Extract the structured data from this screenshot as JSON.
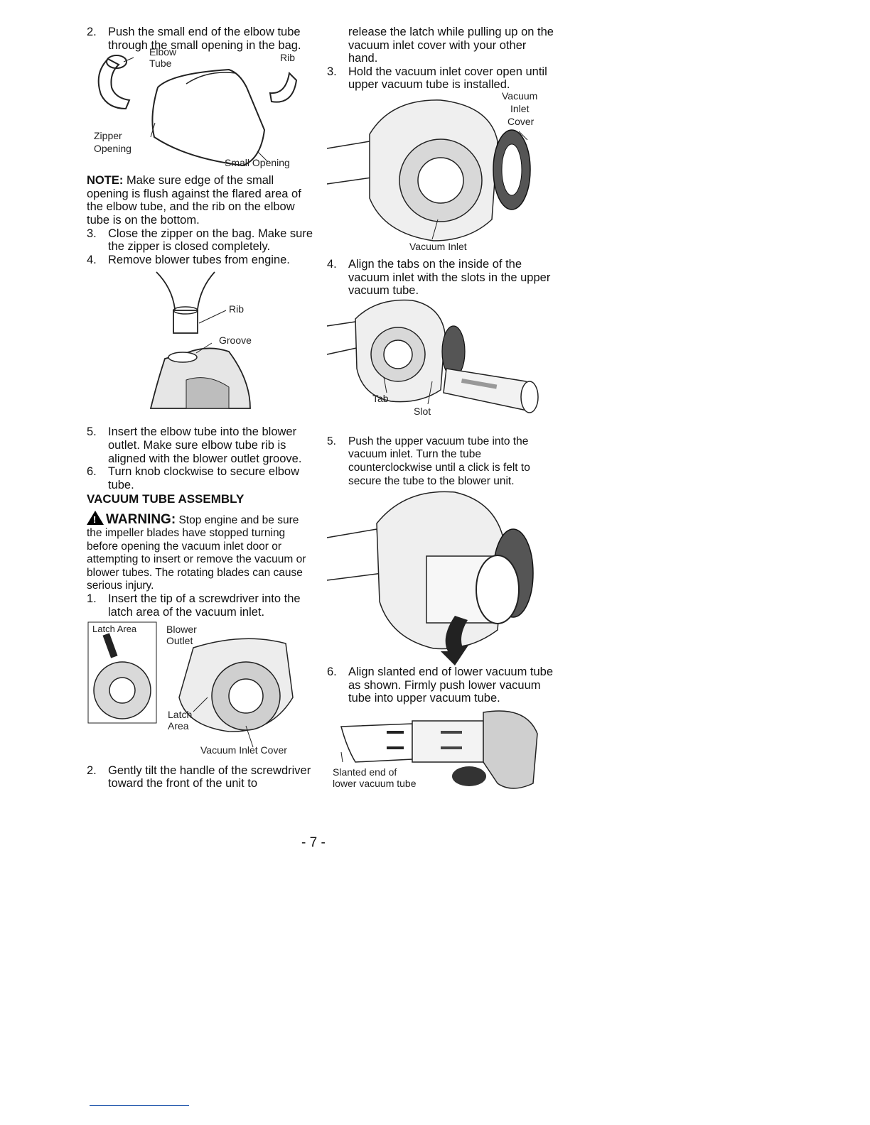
{
  "left": {
    "step2": {
      "num": "2.",
      "text": "Push the small end of the elbow tube through the small opening in the bag."
    },
    "fig1": {
      "elbow": "Elbow",
      "tube": "Tube",
      "rib": "Rib",
      "zipper": "Zipper",
      "opening": "Opening",
      "small_opening": "Small Opening"
    },
    "note": {
      "label": "NOTE:",
      "text": "Make sure edge of the small opening is flush against the flared area of the elbow tube, and the rib on the elbow tube is on the bottom."
    },
    "step3": {
      "num": "3.",
      "text": "Close the zipper on the bag. Make sure the zipper is closed completely."
    },
    "step4": {
      "num": "4.",
      "text": "Remove blower tubes from engine."
    },
    "fig2": {
      "rib": "Rib",
      "groove": "Groove"
    },
    "step5": {
      "num": "5.",
      "text": "Insert the elbow tube into the blower outlet. Make sure elbow tube rib is aligned with the blower outlet groove."
    },
    "step6": {
      "num": "6.",
      "text": "Turn knob clockwise to secure elbow tube."
    },
    "heading": "VACUUM TUBE ASSEMBLY",
    "warning": {
      "label": "WARNING:",
      "text": "Stop engine and be sure the impeller blades have stopped turning before opening the vacuum inlet door or attempting to insert or remove the vacuum or blower tubes. The rotating blades can cause serious injury."
    },
    "step1b": {
      "num": "1.",
      "text": "Insert the tip of a screwdriver into the latch area of the vacuum inlet."
    },
    "fig3": {
      "latch_area_box": "Latch Area",
      "blower": "Blower",
      "outlet": "Outlet",
      "latch": "Latch",
      "area": "Area",
      "vacuum_inlet_cover": "Vacuum Inlet Cover"
    },
    "step2b": {
      "num": "2.",
      "text": "Gently tilt the handle of the screwdriver toward the front of the unit to"
    }
  },
  "right": {
    "cont": "release the latch while pulling up on the vacuum inlet cover with your other hand.",
    "step3": {
      "num": "3.",
      "text": "Hold the vacuum inlet cover open until upper vacuum tube is installed."
    },
    "fig4": {
      "vacuum": "Vacuum",
      "inlet": "Inlet",
      "cover": "Cover",
      "vacuum_inlet": "Vacuum Inlet"
    },
    "step4": {
      "num": "4.",
      "text": "Align the tabs on the inside of the vacuum inlet with the slots in the upper vacuum tube."
    },
    "fig5": {
      "tab": "Tab",
      "slot": "Slot"
    },
    "step5": {
      "num": "5.",
      "text": "Push the upper vacuum tube into the vacuum inlet. Turn the tube counterclockwise until a click is felt to secure the tube to the blower unit."
    },
    "step6": {
      "num": "6.",
      "text": "Align slanted end of lower vacuum tube as shown. Firmly push lower vacuum tube into upper vacuum tube."
    },
    "fig7": {
      "slanted_1": "Slanted end of",
      "slanted_2": "lower vacuum tube"
    }
  },
  "page_number": "- 7 -"
}
